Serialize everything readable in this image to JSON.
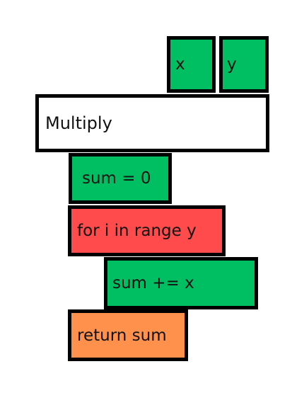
{
  "colors": {
    "param": "#00bf63",
    "function": "#ffffff",
    "assign": "#00bf63",
    "loop": "#ff4b4b",
    "return": "#ff914d",
    "border": "#000000"
  },
  "params": [
    {
      "label": "x"
    },
    {
      "label": "y"
    }
  ],
  "function": {
    "label": "Multiply"
  },
  "statements": [
    {
      "label": "sum = 0",
      "kind": "assign"
    },
    {
      "label": "for i in range y",
      "kind": "loop"
    },
    {
      "label": "sum += x",
      "kind": "assign"
    },
    {
      "label": "return sum",
      "kind": "return"
    }
  ]
}
